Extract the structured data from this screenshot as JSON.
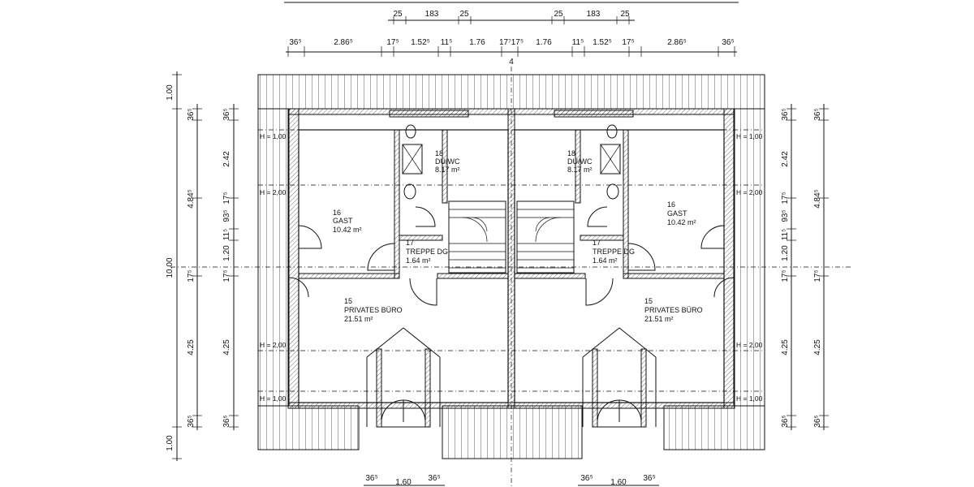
{
  "top_dims": {
    "row1": [
      "25",
      "183",
      "25",
      "25",
      "183",
      "25"
    ],
    "row2": [
      "36⁵",
      "2.86⁵",
      "17⁵",
      "1.52⁵",
      "11⁵",
      "1.76",
      "17⁷17⁵",
      "1.76",
      "11⁵",
      "1.52⁵",
      "17⁵",
      "2.86⁵",
      "36⁵"
    ],
    "axis": "4"
  },
  "left_dims": {
    "outer": [
      "1.00",
      "10.00",
      "1.00"
    ],
    "inner": [
      "36⁵",
      "4.84⁵",
      "17⁵",
      "4.25",
      "36⁵"
    ],
    "inner2": [
      "36⁵",
      "2.42",
      "17⁵",
      "93⁵",
      "11⁵",
      "1.20",
      "17⁵",
      "4.25",
      "36⁵"
    ]
  },
  "right_dims": {
    "inner": [
      "36⁵",
      "2.42",
      "17⁵",
      "93⁵",
      "11⁵",
      "1.20",
      "17⁵",
      "4.25",
      "36⁵"
    ],
    "outer": [
      "36⁵",
      "4.84⁵",
      "17⁵",
      "4.25",
      "36⁵"
    ]
  },
  "bottom_dims": {
    "left": [
      "36⁵",
      "1.60",
      "36⁵"
    ],
    "right": [
      "36⁵",
      "1.60",
      "36⁵"
    ]
  },
  "height_labels": {
    "h100": "H = 1,00",
    "h200": "H = 2,00"
  },
  "rooms": {
    "left_bath": {
      "num": "18",
      "name": "DU/WC",
      "area": "8.17 m²"
    },
    "left_guest": {
      "num": "16",
      "name": "GAST",
      "area": "10.42 m²"
    },
    "left_stair": {
      "num": "17",
      "name": "TREPPE  DG",
      "area": "1.64 m²"
    },
    "left_office": {
      "num": "15",
      "name": "PRIVATES BÜRO",
      "area": "21.51 m²"
    },
    "right_bath": {
      "num": "18",
      "name": "DU/WC",
      "area": "8.17 m²"
    },
    "right_guest": {
      "num": "16",
      "name": "GAST",
      "area": "10.42 m²"
    },
    "right_stair": {
      "num": "17",
      "name": "TREPPE  DG",
      "area": "1.64 m²"
    },
    "right_office": {
      "num": "15",
      "name": "PRIVATES BÜRO",
      "area": "21.51 m²"
    }
  }
}
